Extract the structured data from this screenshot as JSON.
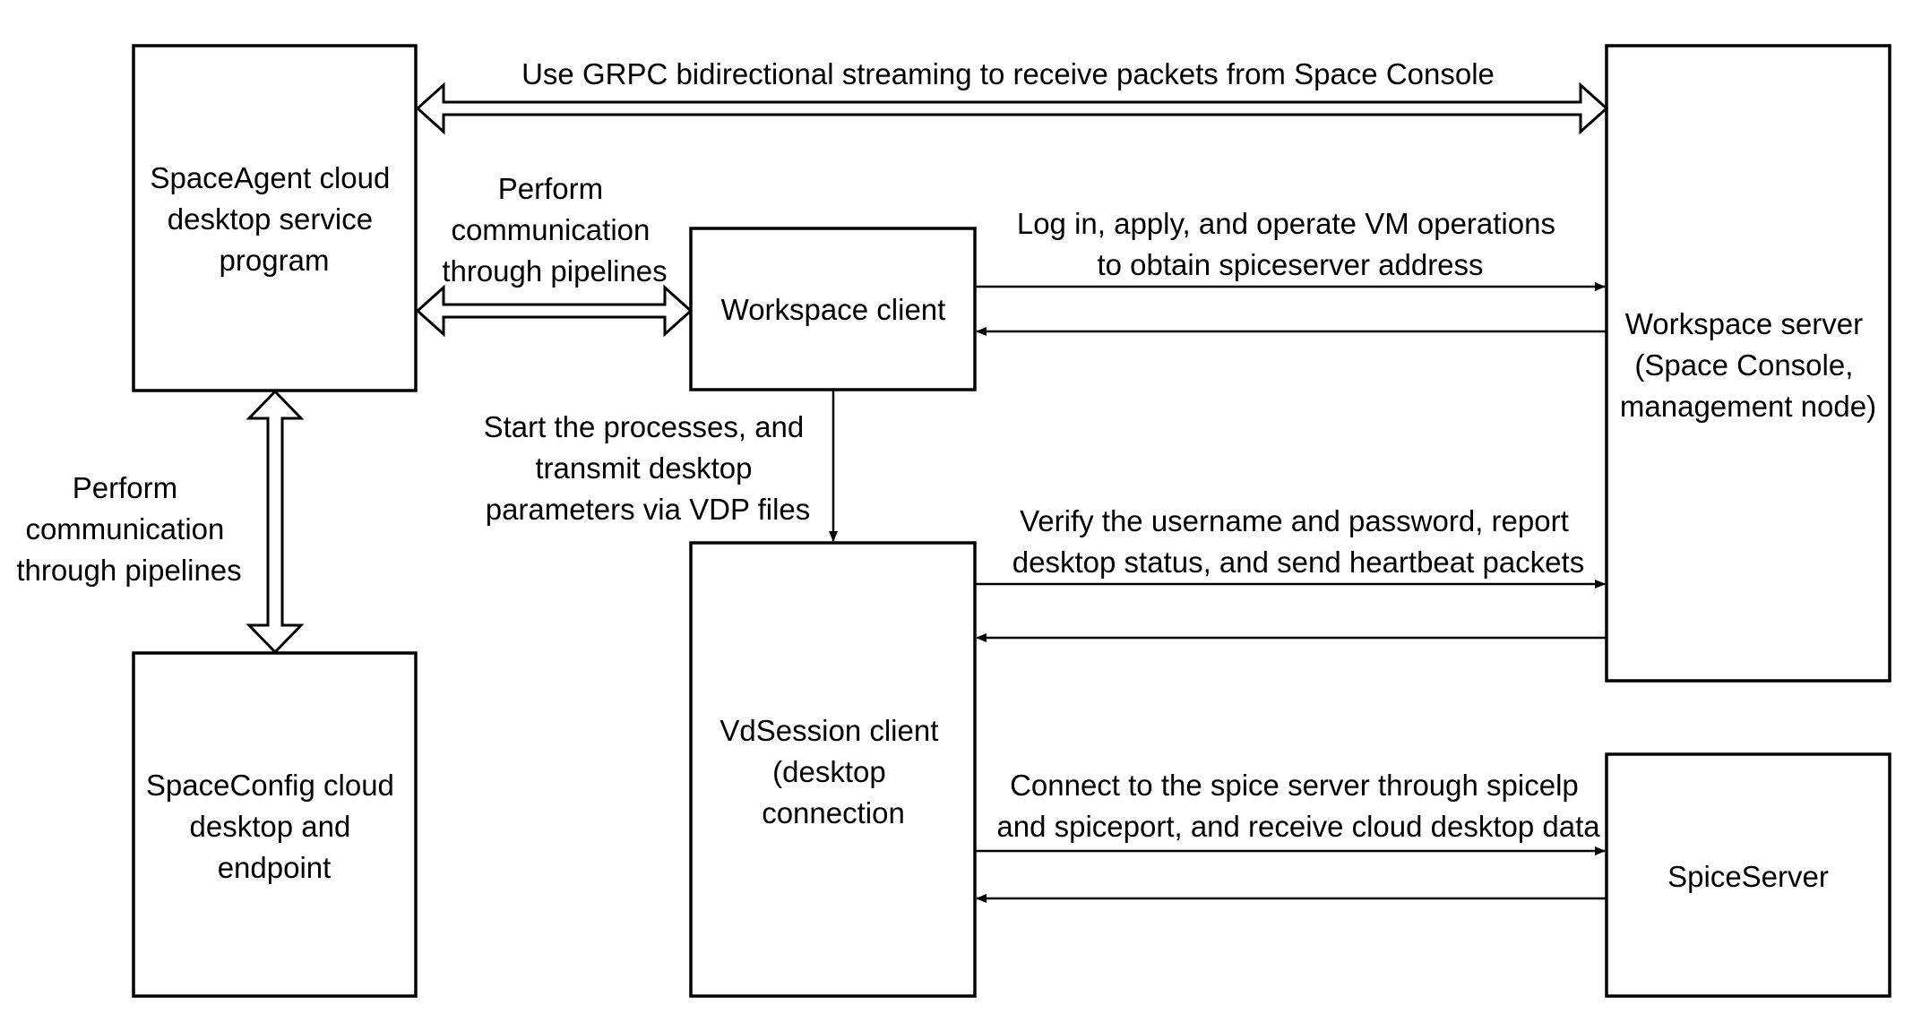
{
  "nodes": {
    "spaceagent": {
      "lines": [
        "SpaceAgent cloud",
        "desktop service",
        "program"
      ]
    },
    "spaceconfig": {
      "lines": [
        "SpaceConfig cloud",
        "desktop and",
        "endpoint"
      ]
    },
    "workspace_client": {
      "lines": [
        "Workspace client"
      ]
    },
    "vdsession": {
      "lines": [
        "VdSession client",
        "(desktop",
        "connection"
      ]
    },
    "workspace_server": {
      "lines": [
        "Workspace server",
        "(Space Console,",
        "management node)"
      ]
    },
    "spiceserver": {
      "lines": [
        "SpiceServer"
      ]
    }
  },
  "edges": {
    "grpc": {
      "lines": [
        "Use GRPC bidirectional streaming to receive packets from Space Console"
      ]
    },
    "pipeline_h": {
      "lines": [
        "Perform",
        "communication",
        "through pipelines"
      ]
    },
    "pipeline_v": {
      "lines": [
        "Perform",
        "communication",
        "through pipelines"
      ]
    },
    "login": {
      "lines": [
        "Log in, apply, and operate VM operations",
        "to obtain spiceserver address"
      ]
    },
    "start": {
      "lines": [
        "Start the processes, and",
        "transmit desktop",
        "parameters via VDP files"
      ]
    },
    "verify": {
      "lines": [
        "Verify the username and password, report",
        "desktop status, and send heartbeat packets"
      ]
    },
    "connect": {
      "lines": [
        "Connect to the spice server through spicelp",
        "and spiceport, and receive cloud desktop data"
      ]
    }
  }
}
